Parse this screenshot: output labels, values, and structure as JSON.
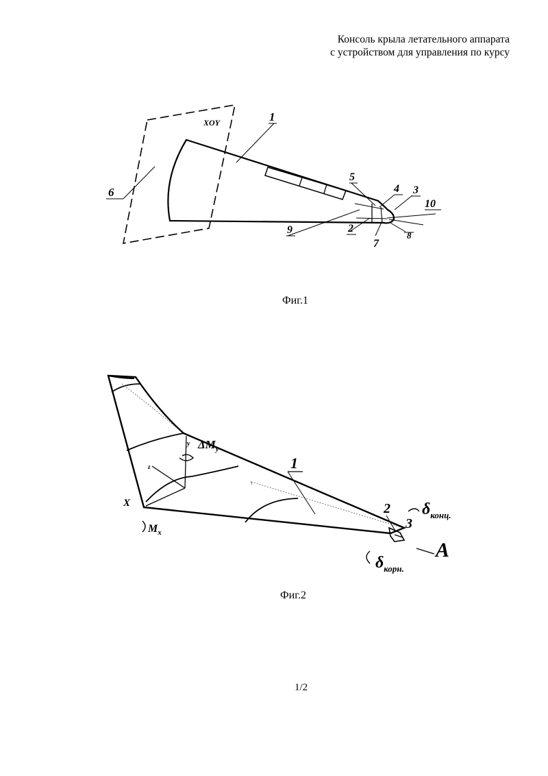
{
  "header": {
    "line1": "Консоль крыла летательного аппарата",
    "line2": "с устройством для управления по курсу"
  },
  "figure1": {
    "caption": "Фиг.1",
    "plane_label": "XOY",
    "labels": {
      "n1": "1",
      "n2": "2",
      "n3": "3",
      "n4": "4",
      "n5": "5",
      "n6": "6",
      "n7": "7",
      "n8": "8",
      "n9": "9",
      "n10": "10"
    }
  },
  "figure2": {
    "caption": "Фиг.2",
    "labels": {
      "n1": "1",
      "n2": "2",
      "n3": "3",
      "dMy_prefix": "ΔM",
      "dMy_sub": "y",
      "Mx_prefix": "M",
      "Mx_sub": "x",
      "X": "X",
      "y_axis": "y",
      "z_axis": "z",
      "delta": "δ",
      "delta_tip_sub": "конц.",
      "delta_root_sub": "корн.",
      "A": "A"
    }
  },
  "page_number": "1/2"
}
